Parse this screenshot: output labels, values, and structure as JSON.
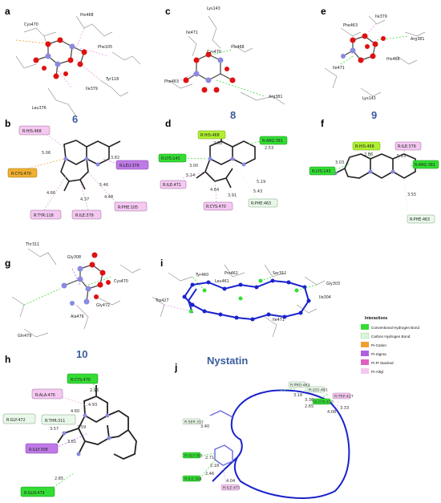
{
  "panels": {
    "a": {
      "label": "a",
      "residues": [
        "Cys470",
        "His468",
        "Phe105",
        "Tyr118",
        "Ile379",
        "Leu376"
      ]
    },
    "b": {
      "label": "b",
      "compound": "6",
      "residues": [
        "R:HIS:468",
        "R:LEU:376",
        "R:CYS:470",
        "R:TYR:118",
        "R:ILE:379",
        "R:PHE:105"
      ],
      "distances": [
        "5.06",
        "3.82",
        "4.66",
        "5.46",
        "4.37",
        "4.48"
      ]
    },
    "c": {
      "label": "c",
      "residues": [
        "Lys143",
        "Ile471",
        "Cys470",
        "His468",
        "Phe463",
        "Arg381"
      ]
    },
    "d": {
      "label": "d",
      "compound": "8",
      "residues": [
        "R:HIS:468",
        "R:ARG:381",
        "R:LYS:143",
        "R:ILE:471",
        "R:CYS:470",
        "R:PHE:463"
      ],
      "distances": [
        "2.98",
        "2.53",
        "3.00",
        "5.14",
        "4.64",
        "5.19",
        "5.43",
        "3.91"
      ]
    },
    "e": {
      "label": "e",
      "residues": [
        "Phe463",
        "Ile379",
        "Arg381",
        "His468",
        "Ile471",
        "Lys143"
      ]
    },
    "f": {
      "label": "f",
      "compound": "9",
      "residues": [
        "R:HIS:468",
        "R:ILE:379",
        "R:LYS:143",
        "R:ARG:381",
        "R:PHE:463"
      ],
      "distances": [
        "2.86",
        "5.13",
        "3.03",
        "3.55"
      ]
    },
    "g": {
      "label": "g",
      "residues": [
        "Thr311",
        "Gly308",
        "Cys470",
        "Gly472",
        "Ala476",
        "Gln479"
      ]
    },
    "h": {
      "label": "h",
      "compound": "10",
      "residues": [
        "R:CYS:470",
        "R:ALA:476",
        "R:GLY:472",
        "R:THR:311",
        "R:GLY:308",
        "R:GLN:479"
      ],
      "distances": [
        "2.96",
        "4.93",
        "4.60",
        "2.59",
        "3.57",
        "3.81",
        "2.85"
      ]
    },
    "i": {
      "label": "i",
      "residues": [
        "Tyr460",
        "Pro462",
        "Leu461",
        "Ser312",
        "Gly303",
        "Trp427",
        "Ile304",
        "Ile471"
      ]
    },
    "j": {
      "label": "j",
      "compound": "Nystatin",
      "residues": [
        "R:PRO:462",
        "R:LEU:461",
        "R:CYS:470",
        "R:TRP:427",
        "R:SER:312",
        "R:GLY:303",
        "R:ILE:304",
        "R:ILE:471"
      ],
      "distances": [
        "3.18",
        "3.36",
        "2.65",
        "4.08",
        "3.33",
        "3.40",
        "2.71",
        "2.18",
        "2.46",
        "4.04"
      ]
    }
  },
  "legend": {
    "title": "Interactions",
    "items": [
      {
        "label": "Conventional Hydrogen Bond",
        "color": "#33dd33"
      },
      {
        "label": "Carbon Hydrogen Bond",
        "color": "#d9f5d9"
      },
      {
        "label": "Pi-Cation",
        "color": "#f0a030"
      },
      {
        "label": "Pi-Sigma",
        "color": "#b060e0"
      },
      {
        "label": "Pi-Pi Stacked",
        "color": "#e060c0"
      },
      {
        "label": "Pi-Alkyl",
        "color": "#f4c8f0"
      }
    ]
  },
  "colors": {
    "title": "#3a5b9e",
    "hbond": "#33dd33",
    "carbonh": "#d9f5d9",
    "pication": "#f0a030",
    "pisigma": "#b060e0",
    "pialkyl": "#f4c8f0",
    "nystatin": "#1a22cc"
  }
}
